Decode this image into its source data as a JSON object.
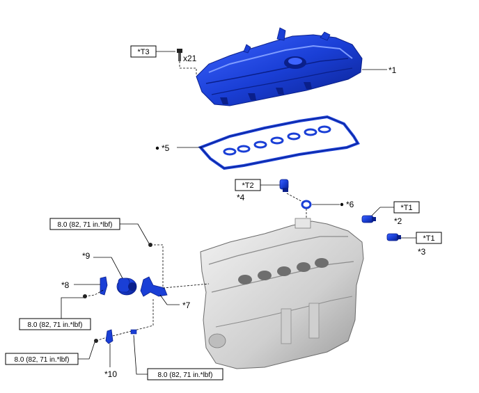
{
  "callouts": {
    "c1": "*1",
    "c2": "*2",
    "c3": "*3",
    "c4": "*4",
    "c5": "*5",
    "c6": "*6",
    "c7": "*7",
    "c8": "*8",
    "c9": "*9",
    "c10": "*10"
  },
  "tags": {
    "t3": "*T3",
    "t2": "*T2",
    "t1a": "*T1",
    "t1b": "*T1"
  },
  "quantity": "x21",
  "torque": {
    "t_a": "8.0 (82, 71 in.*lbf)",
    "t_b": "8.0 (82, 71 in.*lbf)",
    "t_c": "8.0 (82, 71 in.*lbf)",
    "t_d": "8.0 (82, 71 in.*lbf)"
  },
  "colors": {
    "part_blue": "#1a3fd6",
    "part_blue_dark": "#0a1f8a",
    "block_grey": "#d9d9d9",
    "block_dark": "#8c8c8c"
  }
}
